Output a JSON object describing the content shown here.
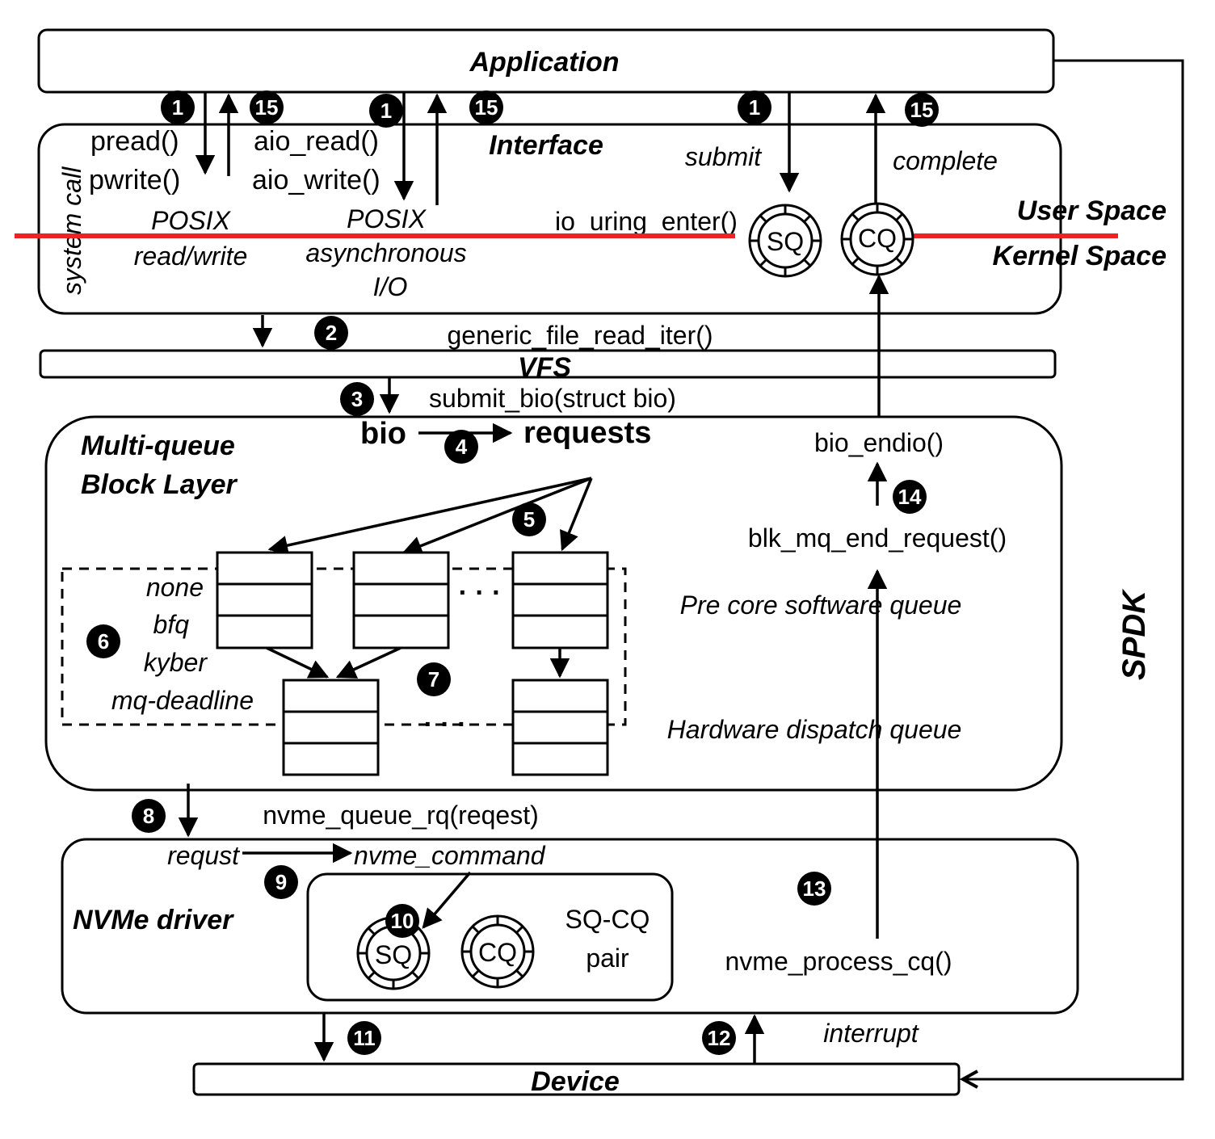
{
  "layers": {
    "application": "Application",
    "interface": "Interface",
    "vfs": "VFS",
    "block_layer_line1": "Multi-queue",
    "block_layer_line2": "Block Layer",
    "nvme_driver": "NVMe driver",
    "device": "Device",
    "user_space": "User Space",
    "kernel_space": "Kernel Space",
    "spdk": "SPDK"
  },
  "interface": {
    "system_call": "system call",
    "pread": "pread()",
    "pwrite": "pwrite()",
    "posix_rw_1": "POSIX",
    "posix_rw_2": "read/write",
    "aio_read": "aio_read()",
    "aio_write": "aio_write()",
    "posix_aio_1": "POSIX",
    "posix_aio_2": "asynchronous",
    "posix_aio_3": "I/O",
    "submit": "submit",
    "complete": "complete",
    "io_uring_enter": "io_uring_enter()",
    "sq": "SQ",
    "cq": "CQ"
  },
  "calls": {
    "generic_file_read_iter": "generic_file_read_iter()",
    "submit_bio": "submit_bio(struct bio)",
    "bio": "bio",
    "requests": "requests",
    "bio_endio": "bio_endio()",
    "blk_mq_end_request": "blk_mq_end_request()",
    "nvme_queue_rq": "nvme_queue_rq(reqest)",
    "requst": "requst",
    "nvme_command": "nvme_command",
    "nvme_process_cq": "nvme_process_cq()",
    "interrupt": "interrupt"
  },
  "block_layer": {
    "schedulers": [
      "none",
      "bfq",
      "kyber",
      "mq-deadline"
    ],
    "software_queue": "Pre core software queue",
    "hardware_queue": "Hardware dispatch queue",
    "ellipsis_1": "· · ·",
    "ellipsis_2": "· · ·"
  },
  "nvme": {
    "sq": "SQ",
    "cq": "CQ",
    "pair_line1": "SQ-CQ",
    "pair_line2": "pair"
  },
  "steps": {
    "s1a": "1",
    "s15a": "15",
    "s1b": "1",
    "s15b": "15",
    "s1c": "1",
    "s15c": "15",
    "s2": "2",
    "s3": "3",
    "s4": "4",
    "s5": "5",
    "s6": "6",
    "s7": "7",
    "s8": "8",
    "s9": "9",
    "s10": "10",
    "s11": "11",
    "s12": "12",
    "s13": "13",
    "s14": "14"
  },
  "colors": {
    "boundary_line": "#ee2222"
  }
}
